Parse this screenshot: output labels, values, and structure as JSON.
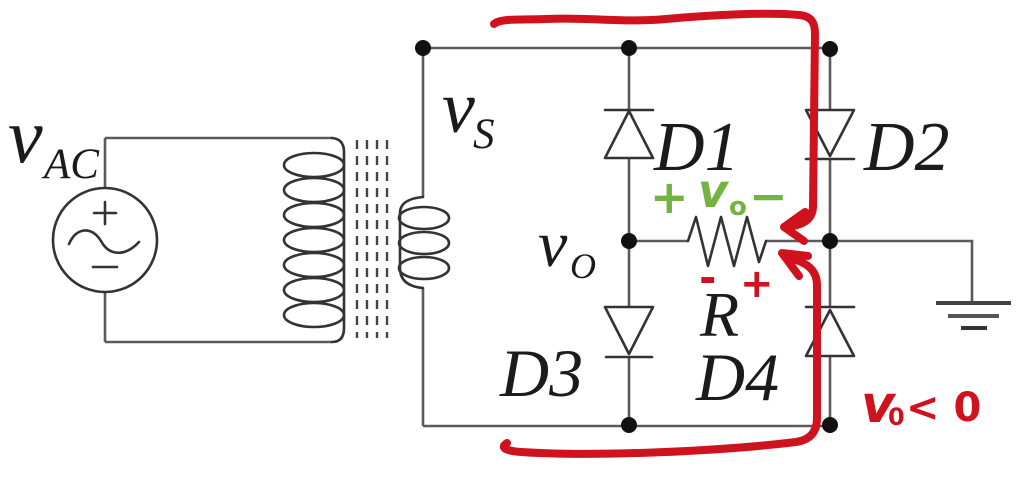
{
  "figure": {
    "description": "Full-wave diode bridge rectifier circuit with transformer, hand-annotated"
  },
  "colors": {
    "wire": "#5a5a5a",
    "component": "#333333",
    "label": "#1b1b1b",
    "marker_red": "#d0121e",
    "marker_green": "#74b343"
  },
  "labels": {
    "source": {
      "main": "v",
      "sub": "AC"
    },
    "secondary_voltage": {
      "main": "v",
      "sub": "S"
    },
    "output_node": {
      "main": "v",
      "sub": "O"
    },
    "diode1": "D1",
    "diode2": "D2",
    "diode3": "D3",
    "diode4": "D4",
    "resistor": "R"
  },
  "annotations": {
    "green_polarity": {
      "plus": "+",
      "v": "v",
      "sub": "o",
      "minus": "−"
    },
    "red_polarity": {
      "minus": "-",
      "plus": "+"
    },
    "red_note": {
      "v": "v",
      "sub": "0",
      "rest": "< 0"
    }
  }
}
